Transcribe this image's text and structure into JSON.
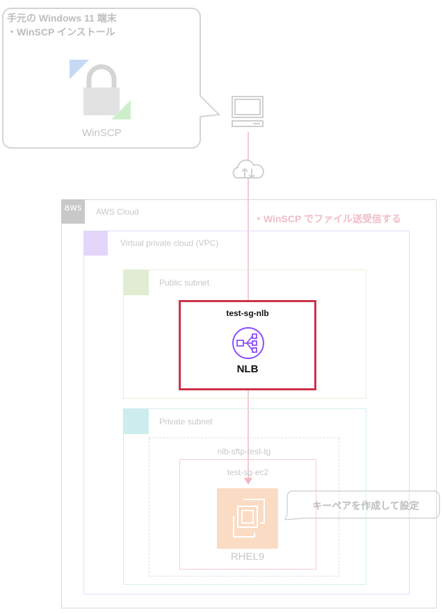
{
  "callout_pc": {
    "line1": "手元の Windows 11 端末",
    "line2": "・WinSCP インストール",
    "app_label": "WinSCP"
  },
  "aws": {
    "label": "AWS Cloud",
    "logo": "aws"
  },
  "note_transfer": "・WinSCP でファイル送受信する",
  "vpc": {
    "label": "Virtual private cloud (VPC)"
  },
  "public_subnet": {
    "label": "Public subnet"
  },
  "nlb": {
    "sg": "test-sg-nlb",
    "label": "NLB"
  },
  "private_subnet": {
    "label": "Private subnet"
  },
  "target_group": {
    "label": "nlb-sftp-test-tg"
  },
  "ec2": {
    "sg": "test-sg-ec2",
    "label": "RHEL9"
  },
  "callout_key": "キーペアを作成して設定",
  "colors": {
    "accent": "#d0304a",
    "aws": "#c8c8c8",
    "vpc": "#e3d6fb",
    "public": "#e2ecd3",
    "private": "#cdeced",
    "ec2": "#fadcc4"
  }
}
